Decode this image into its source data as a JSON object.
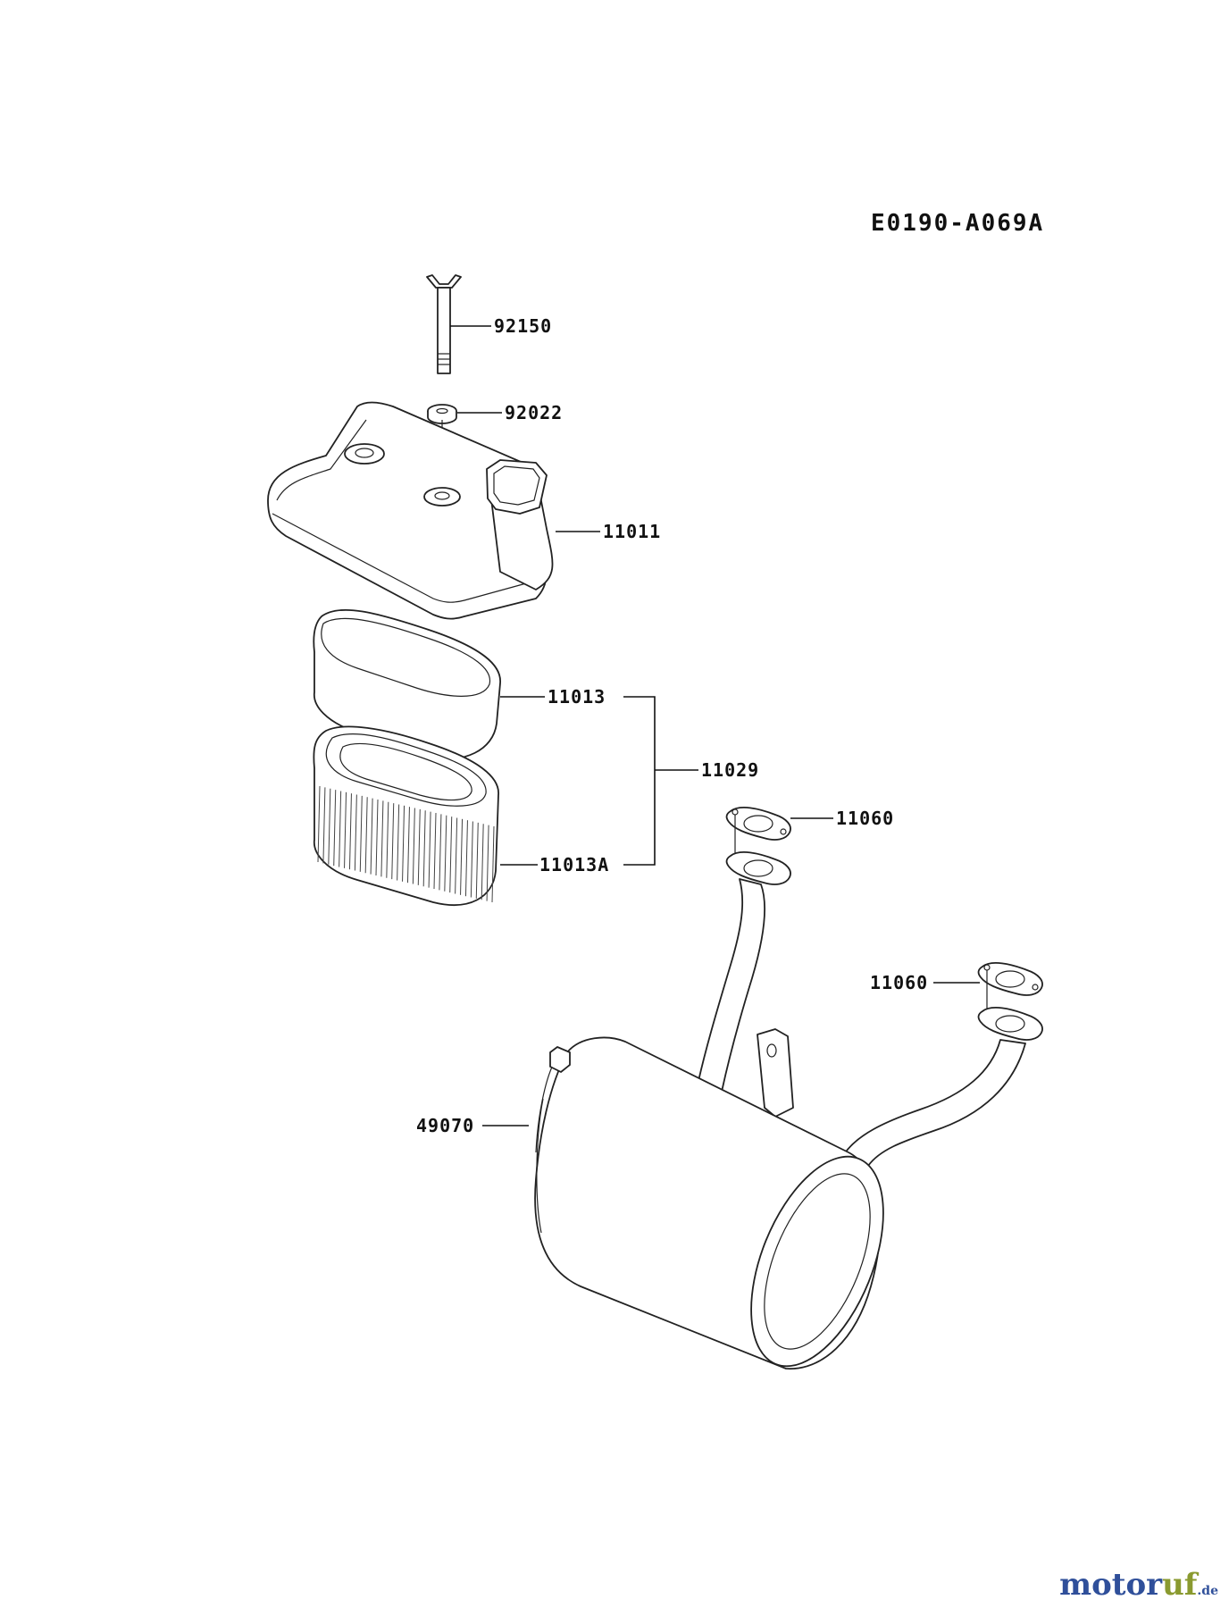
{
  "diagram_code": "E0190-A069A",
  "parts": {
    "wing_bolt": "92150",
    "washer": "92022",
    "cover": "11011",
    "pre_cleaner": "11013",
    "element_assy": "11029",
    "element": "11013A",
    "gasket_upper": "11060",
    "gasket_lower": "11060",
    "muffler": "49070"
  },
  "watermark": {
    "brand": "motoruf",
    "suffix": ".de",
    "color_motor": "#2f4f9a",
    "color_uf": "#8a9a2f"
  }
}
